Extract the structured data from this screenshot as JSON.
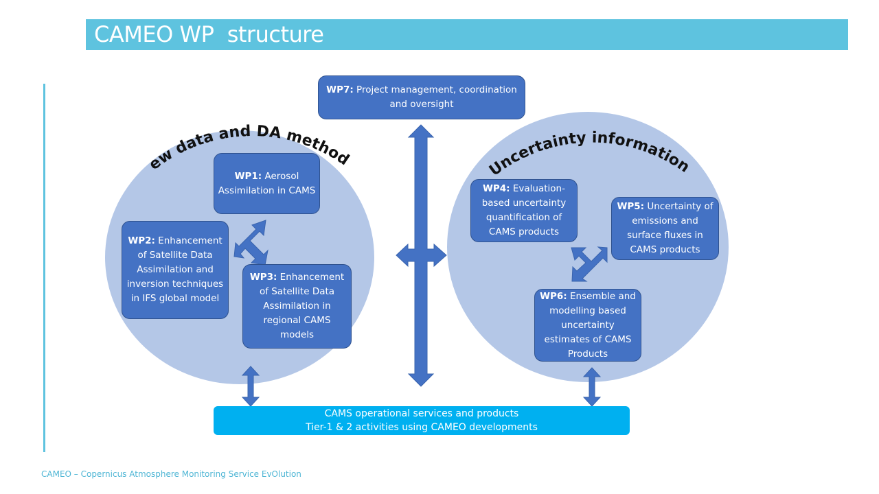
{
  "slide": {
    "title": "CAMEO WP  structure",
    "footer": "CAMEO – Copernicus Atmosphere Monitoring Service EvOlution",
    "colors": {
      "title_bar": "#5ec3df",
      "circle_fill": "#b4c7e7",
      "box_fill": "#4472c4",
      "arrow_fill": "#4472c4",
      "cams_bar": "#00b0f0",
      "footer_text": "#4fb6d5"
    }
  },
  "groups": {
    "left": {
      "label": "New data and DA methods"
    },
    "right": {
      "label": "Uncertainty information"
    }
  },
  "work_packages": {
    "wp7": {
      "id": "WP7:",
      "text": " Project management, coordination and oversight"
    },
    "wp1": {
      "id": "WP1:",
      "text": " Aerosol Assimilation in CAMS"
    },
    "wp2": {
      "id": "WP2:",
      "text": " Enhancement of Satellite Data Assimilation and inversion techniques in IFS global model"
    },
    "wp3": {
      "id": "WP3:",
      "text": " Enhancement of Satellite Data Assimilation in regional CAMS models"
    },
    "wp4": {
      "id": "WP4:",
      "text": " Evaluation-based uncertainty quantification of CAMS products"
    },
    "wp5": {
      "id": "WP5:",
      "text": " Uncertainty of emissions and surface fluxes in CAMS products"
    },
    "wp6": {
      "id": "WP6:",
      "text": " Ensemble and modelling based uncertainty estimates of CAMS Products"
    }
  },
  "cams_bar": {
    "line1": "CAMS operational services and products",
    "line2": "Tier-1 & 2 activities using CAMEO developments"
  }
}
